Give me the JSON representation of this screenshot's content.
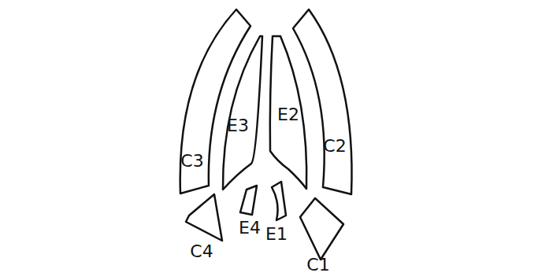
{
  "diagram": {
    "nodes": [
      {
        "text": [
          "C3"
        ]
      },
      {
        "text": [
          "E3"
        ]
      },
      {
        "text": [
          "E2"
        ]
      },
      {
        "text": [
          "C2"
        ]
      },
      {
        "text": [
          "C4"
        ]
      },
      {
        "text": [
          "E4"
        ]
      },
      {
        "text": [
          "E1"
        ]
      },
      {
        "text": [
          "C1"
        ]
      }
    ]
  }
}
